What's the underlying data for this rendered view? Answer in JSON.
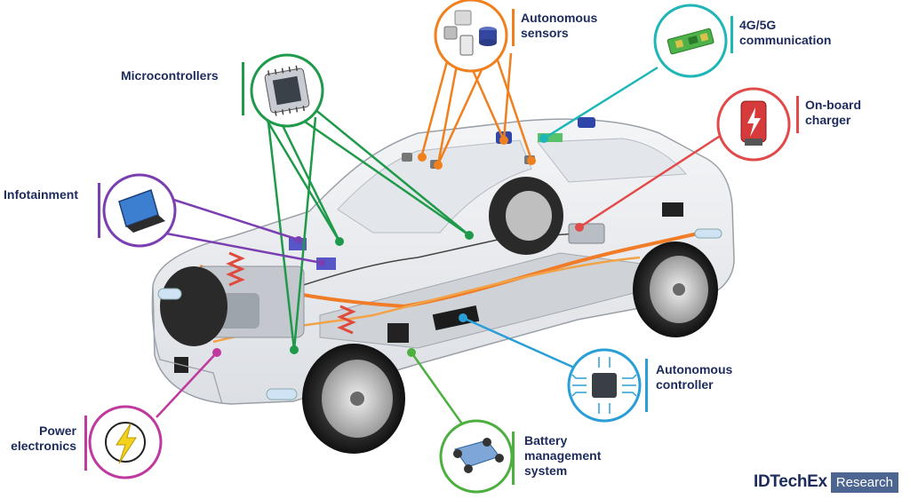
{
  "colors": {
    "label_text": "#1d2a5c",
    "autonomous_sensors": "#f0801e",
    "communication": "#1fb6b8",
    "onboard_charger": "#e24a4a",
    "microcontrollers": "#1f9a4a",
    "infotainment": "#7a3fb0",
    "power_electronics": "#c0399e",
    "battery_management": "#4caf3f",
    "autonomous_controller": "#2a9fd6",
    "brand_box": "#4d6691"
  },
  "labels": {
    "autonomous_sensors": "Autonomous\nsensors",
    "communication": "4G/5G\ncommunication",
    "onboard_charger": "On-board\ncharger",
    "microcontrollers": "Microcontrollers",
    "infotainment": "Infotainment",
    "power_electronics": "Power\nelectronics",
    "battery_management": "Battery\nmanagement\nsystem",
    "autonomous_controller": "Autonomous\ncontroller"
  },
  "icons": {
    "autonomous_sensors": "sensor-cluster-icon",
    "communication": "circuit-board-icon",
    "onboard_charger": "charger-bolt-icon",
    "microcontrollers": "microchip-icon",
    "infotainment": "display-screen-icon",
    "power_electronics": "lightning-bolt-icon",
    "battery_management": "battery-chassis-icon",
    "autonomous_controller": "processor-chip-icon"
  },
  "brand": {
    "name": "IDTechEx",
    "tag": "Research"
  }
}
